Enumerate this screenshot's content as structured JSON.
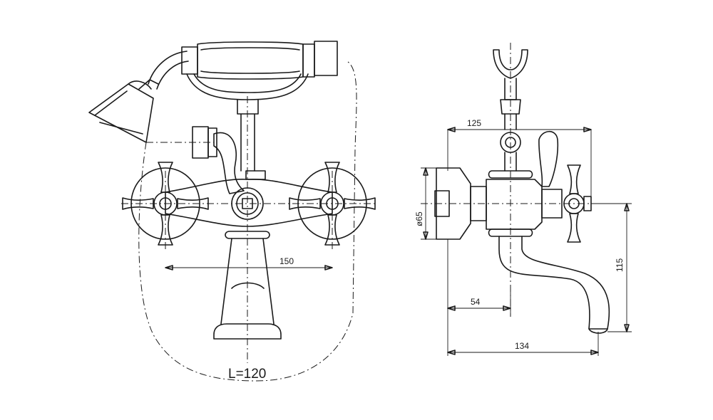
{
  "labels": {
    "length": "L=120",
    "spacing_front": "150",
    "width_side": "125",
    "diameter": "ø65",
    "offset": "54",
    "depth": "134",
    "height": "115"
  },
  "colors": {
    "line": "#1a1a1a",
    "background": "#ffffff"
  }
}
